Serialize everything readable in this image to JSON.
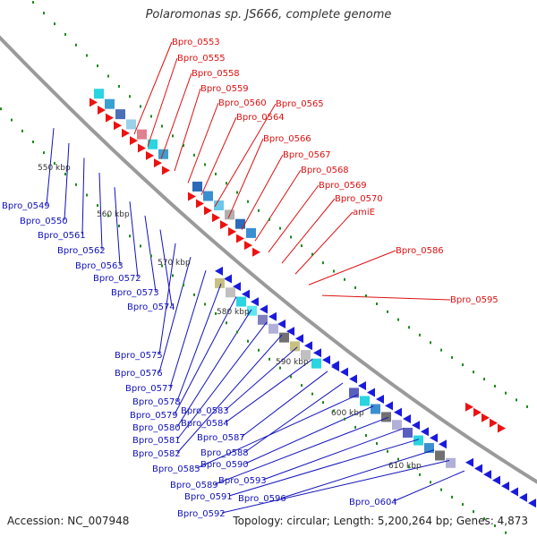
{
  "title": "Polaromonas sp. JS666, complete genome",
  "footer": {
    "accession": "Accession: NC_007948",
    "topology": "Topology: circular; Length: 5,200,264 bp; Genes: 4,873"
  },
  "colors": {
    "backbone": "#9a9a9a",
    "forward_label": "#dd1111",
    "reverse_label": "#1111bb",
    "forward_gene": "#ee1111",
    "reverse_gene": "#1a1add",
    "gc_tick": "#1e8a1e"
  },
  "ticks": [
    "550 kbp",
    "560 kbp",
    "570 kbp",
    "580 kbp",
    "590 kbp",
    "600 kbp",
    "610 kbp"
  ],
  "forward_labels": [
    "Bpro_0553",
    "Bpro_0555",
    "Bpro_0558",
    "Bpro_0559",
    "Bpro_0560",
    "Bpro_0564",
    "Bpro_0565",
    "Bpro_0566",
    "Bpro_0567",
    "Bpro_0568",
    "Bpro_0569",
    "Bpro_0570",
    "amiE",
    "Bpro_0586",
    "Bpro_0595"
  ],
  "reverse_labels": [
    "Bpro_0549",
    "Bpro_0550",
    "Bpro_0561",
    "Bpro_0562",
    "Bpro_0563",
    "Bpro_0572",
    "Bpro_0573",
    "Bpro_0574",
    "Bpro_0575",
    "Bpro_0576",
    "Bpro_0577",
    "Bpro_0578",
    "Bpro_0579",
    "Bpro_0580",
    "Bpro_0581",
    "Bpro_0582",
    "Bpro_0583",
    "Bpro_0584",
    "Bpro_0587",
    "Bpro_0588",
    "Bpro_0585",
    "Bpro_0590",
    "Bpro_0589",
    "Bpro_0593",
    "Bpro_0591",
    "Bpro_0596",
    "Bpro_0592",
    "Bpro_0604"
  ]
}
